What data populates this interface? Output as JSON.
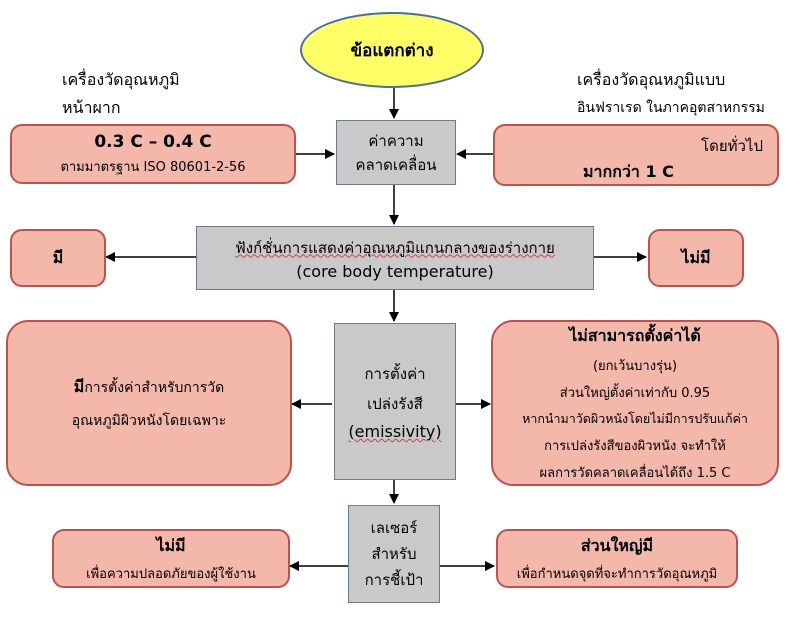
{
  "title": "ข้อแตกต่าง",
  "left_header": [
    "เครื่องวัดอุณหภูมิ",
    "หน้าผาก"
  ],
  "right_header": [
    "เครื่องวัดอุณหภูมิแบบ",
    "อินฟราเรด ในภาคอุตสาหกรรม"
  ],
  "row1": {
    "left": {
      "value": "0.3 C – 0.4 C",
      "note": "ตามมาตรฐาน ISO 80601-2-56"
    },
    "center": [
      "ค่าความ",
      "คลาดเคลื่อน"
    ],
    "right": {
      "note": "โดยทั่วไป",
      "value": "มากกว่า 1 C"
    }
  },
  "row2": {
    "left": "มี",
    "center": [
      "ฟังก์ชั่นการแสดงค่าอุณหภูมิแกนกลางของร่างกาย",
      "(core body temperature)"
    ],
    "right": "ไม่มี"
  },
  "row3": {
    "left": {
      "bold": "มี",
      "rest": "การตั้งค่าสำหรับการวัด",
      "line2": "อุณหภูมิผิวหนังโดยเฉพาะ"
    },
    "center": [
      "การตั้งค่า",
      "เปล่งรังสี",
      "(emissivity)"
    ],
    "right": {
      "heading": "ไม่สามารถตั้งค่าได้",
      "lines": [
        "(ยกเว้นบางรุ่น)",
        "ส่วนใหญ่ตั้งค่าเท่ากับ 0.95",
        "หากนำมาวัดผิวหนังโดยไม่มีการปรับแก้ค่า",
        "การเปล่งรังสีของผิวหนัง จะทำให้",
        "ผลการวัดคลาดเคลื่อนได้ถึง 1.5 C"
      ]
    }
  },
  "row4": {
    "left": {
      "heading": "ไม่มี",
      "note": "เพื่อความปลอดภัยของผู้ใช้งาน"
    },
    "center": [
      "เลเซอร์",
      "สำหรับ",
      "การชี้เป้า"
    ],
    "right": {
      "heading": "ส่วนใหญ่มี",
      "note": "เพื่อกำหนดจุดที่จะทำการวัดอุณหภูมิ"
    }
  }
}
